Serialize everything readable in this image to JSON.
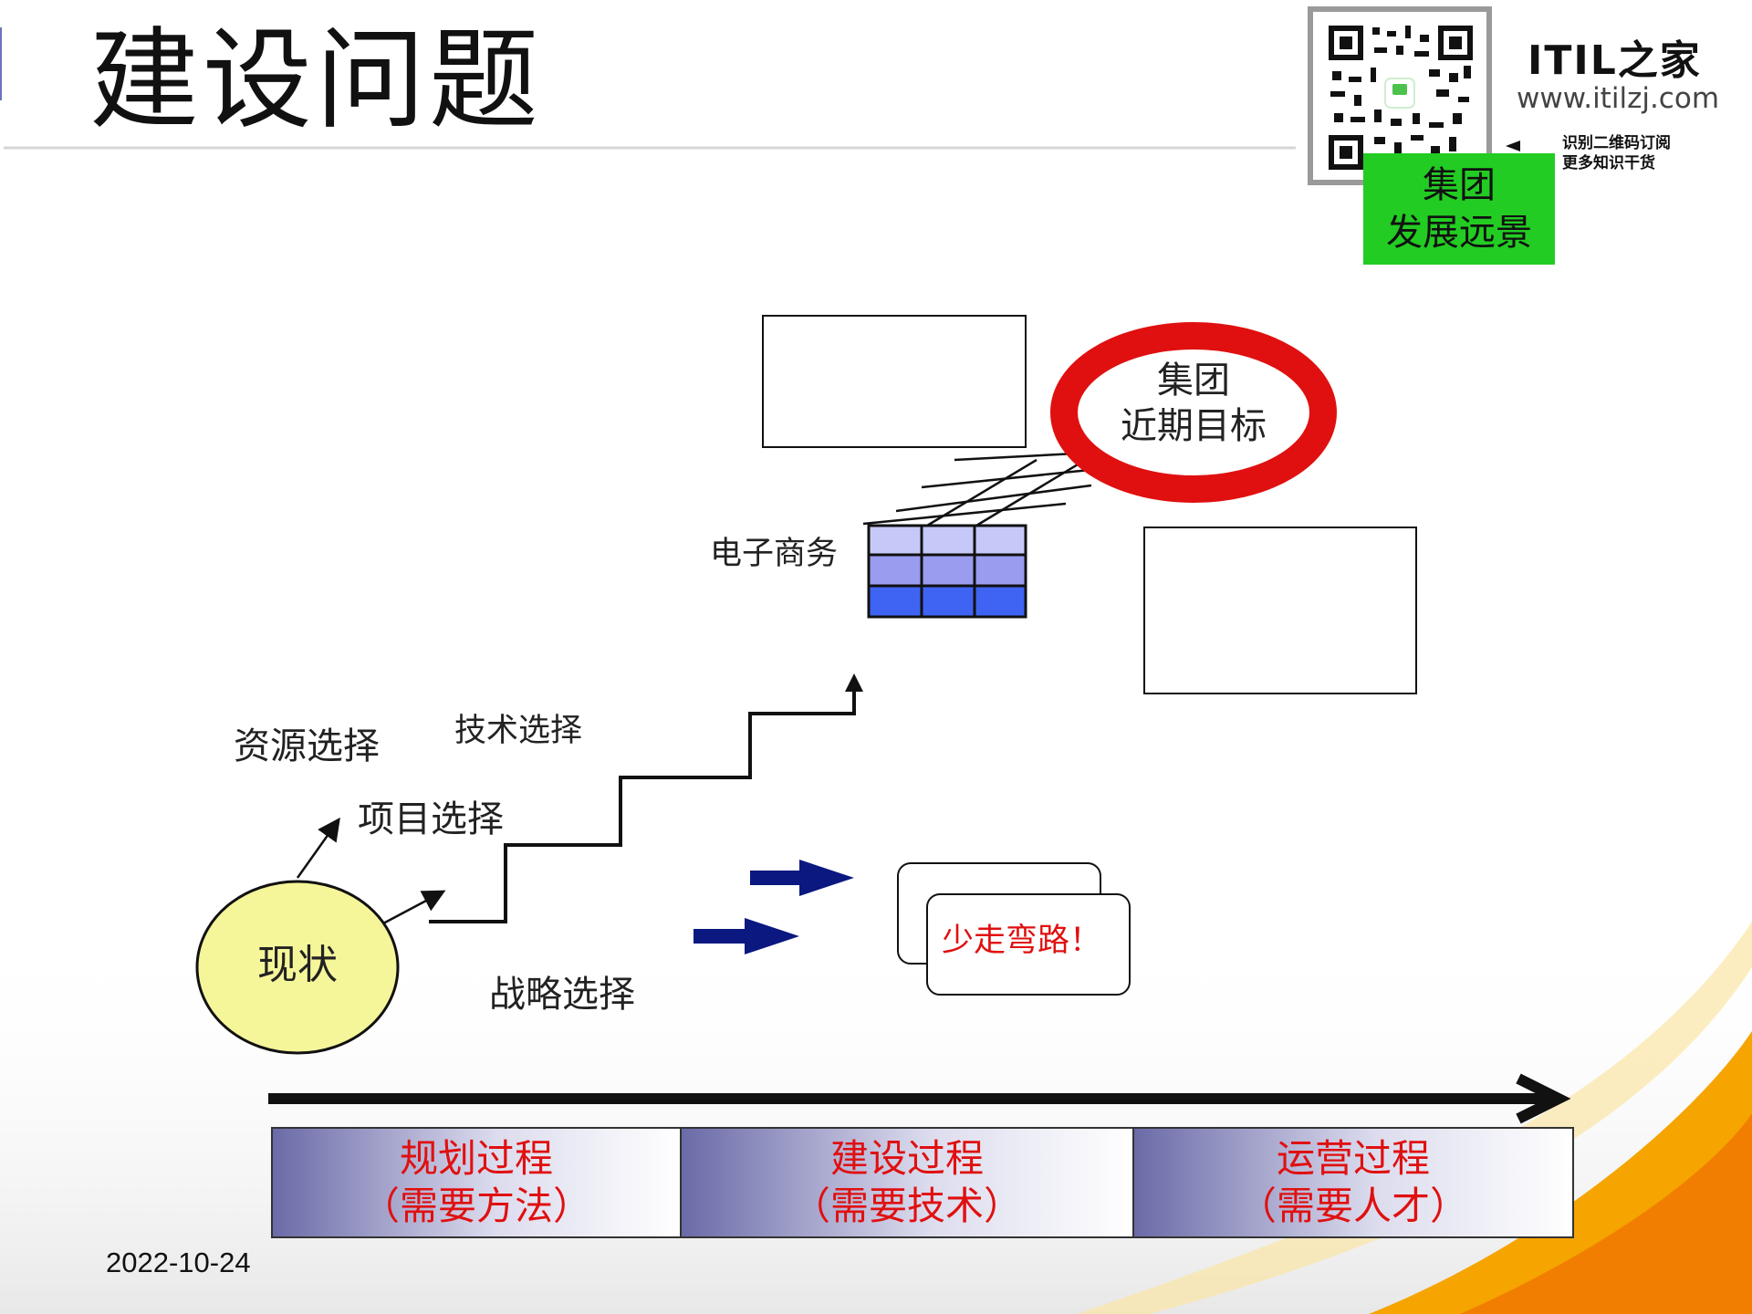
{
  "title": "建设问题",
  "logo": {
    "brand": "ITIL之家",
    "url": "www.itilzj.com",
    "subscribe_line1": "识别二维码订阅",
    "subscribe_line2": "更多知识干货"
  },
  "green_box": {
    "line1": "集团",
    "line2": "发展远景"
  },
  "ellipse": {
    "line1": "集团",
    "line2": "近期目标"
  },
  "labels": {
    "ecommerce": "电子商务",
    "status": "现状",
    "resource": "资源选择",
    "tech": "技术选择",
    "project": "项目选择",
    "strategy": "战略选择",
    "detour": "少走弯路！"
  },
  "phases": [
    {
      "name": "规划过程",
      "need": "（需要方法）"
    },
    {
      "name": "建设过程",
      "need": "（需要技术）"
    },
    {
      "name": "运营过程",
      "need": "（需要人才）"
    }
  ],
  "date": "2022-10-24",
  "colors": {
    "green": "#22cc22",
    "red_ring": "#e01010",
    "status_fill": "#f5f59a",
    "phase_text": "#e01010",
    "arrow_blue": "#0a1880"
  }
}
